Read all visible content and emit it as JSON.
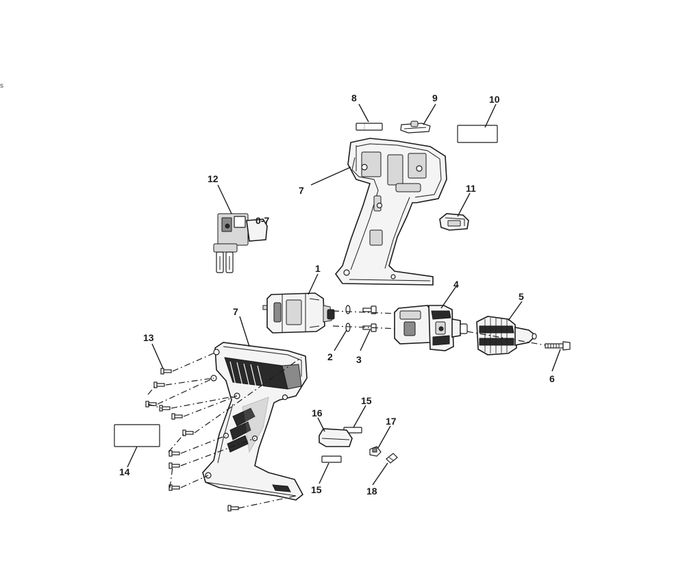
{
  "edge_mark": "s",
  "callouts": [
    {
      "id": "c1",
      "label": "1"
    },
    {
      "id": "c2",
      "label": "2"
    },
    {
      "id": "c3",
      "label": "3"
    },
    {
      "id": "c4",
      "label": "4"
    },
    {
      "id": "c5",
      "label": "5"
    },
    {
      "id": "c6",
      "label": "6"
    },
    {
      "id": "c7a",
      "label": "7"
    },
    {
      "id": "c7b",
      "label": "7"
    },
    {
      "id": "c8",
      "label": "8"
    },
    {
      "id": "c9",
      "label": "9"
    },
    {
      "id": "c10",
      "label": "10"
    },
    {
      "id": "c11",
      "label": "11"
    },
    {
      "id": "c12",
      "label": "12"
    },
    {
      "id": "c13",
      "label": "13"
    },
    {
      "id": "c14",
      "label": "14"
    },
    {
      "id": "c15a",
      "label": "15"
    },
    {
      "id": "c15b",
      "label": "15"
    },
    {
      "id": "c16",
      "label": "16"
    },
    {
      "id": "c17",
      "label": "17"
    },
    {
      "id": "c18",
      "label": "18"
    }
  ],
  "switch_marking": "0-7"
}
